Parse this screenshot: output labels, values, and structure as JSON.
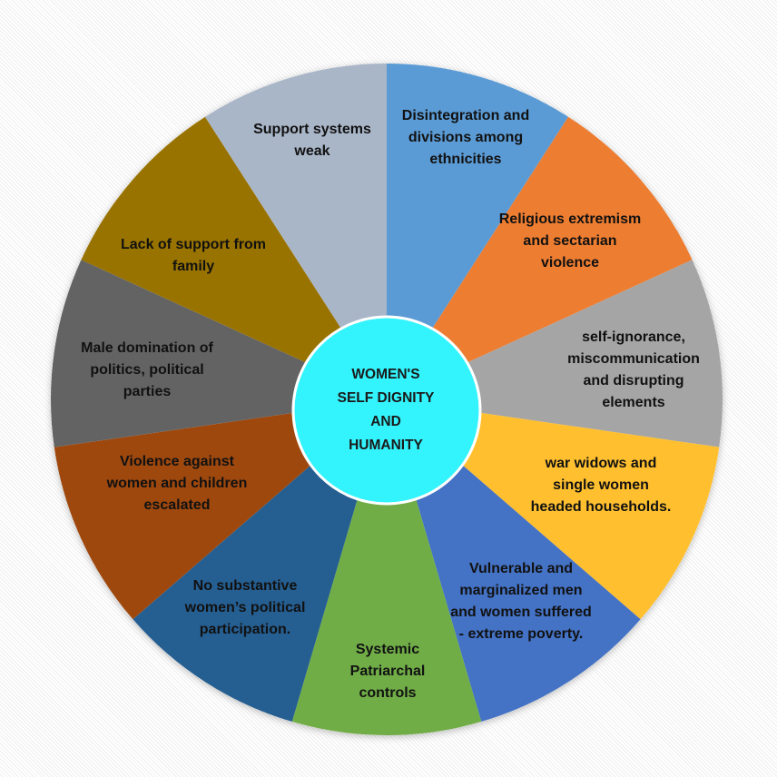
{
  "center": {
    "lines": [
      "WOMEN'S",
      "SELF DIGNITY",
      "AND",
      "HUMANITY"
    ],
    "color": "#33F3FC"
  },
  "segments": [
    {
      "lines": [
        "Disintegration and",
        "divisions among",
        "ethnicities"
      ],
      "color": "#5B9BD5"
    },
    {
      "lines": [
        "Religious extremism",
        "and sectarian",
        "violence"
      ],
      "color": "#ED7D31"
    },
    {
      "lines": [
        "self-ignorance,",
        "miscommunication",
        "and disrupting",
        "elements"
      ],
      "color": "#A5A5A5"
    },
    {
      "lines": [
        "war widows and",
        "single women",
        "headed households."
      ],
      "color": "#FFBF2F"
    },
    {
      "lines": [
        "Vulnerable and",
        "marginalized men",
        "and women suffered",
        "-  extreme poverty."
      ],
      "color": "#4472C4"
    },
    {
      "lines": [
        "Systemic",
        "Patriarchal",
        "controls"
      ],
      "color": "#70AD47"
    },
    {
      "lines": [
        "No substantive",
        "women’s political",
        "participation."
      ],
      "color": "#255E91"
    },
    {
      "lines": [
        "Violence against",
        "women and children",
        "escalated"
      ],
      "color": "#9E480E"
    },
    {
      "lines": [
        "Male domination of",
        "politics, political",
        "parties"
      ],
      "color": "#636363"
    },
    {
      "lines": [
        "Lack of support from",
        "family"
      ],
      "color": "#997300"
    },
    {
      "lines": [
        "Support systems",
        "weak"
      ],
      "color": "#A9B6C8"
    }
  ]
}
